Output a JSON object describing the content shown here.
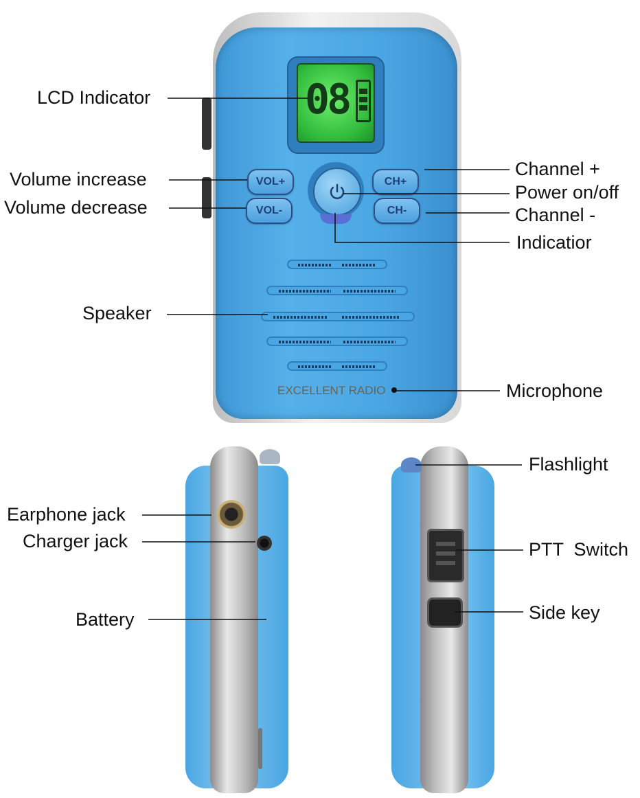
{
  "device": {
    "lcd_display": "08",
    "brand_text": "EXCELLENT RADIO",
    "buttons": {
      "vol_plus": "VOL+",
      "vol_minus": "VOL-",
      "ch_plus": "CH+",
      "ch_minus": "CH-"
    },
    "power_icon": "power-icon",
    "colors": {
      "body": "#4aa6e2",
      "trim": "#c8c8c8",
      "lcd": "#3ad64a"
    }
  },
  "labels": {
    "lcd_indicator": "LCD Indicator",
    "volume_increase": "Volume increase",
    "volume_decrease": "Volume decrease",
    "channel_plus": "Channel +",
    "power": "Power on/off",
    "channel_minus": "Channel -",
    "indicator": "Indicatior",
    "speaker": "Speaker",
    "microphone": "Microphone",
    "flashlight": "Flashlight",
    "earphone_jack": "Earphone jack",
    "charger_jack": "Charger jack",
    "ptt_switch": "PTT  Switch",
    "battery": "Battery",
    "side_key": "Side key"
  }
}
